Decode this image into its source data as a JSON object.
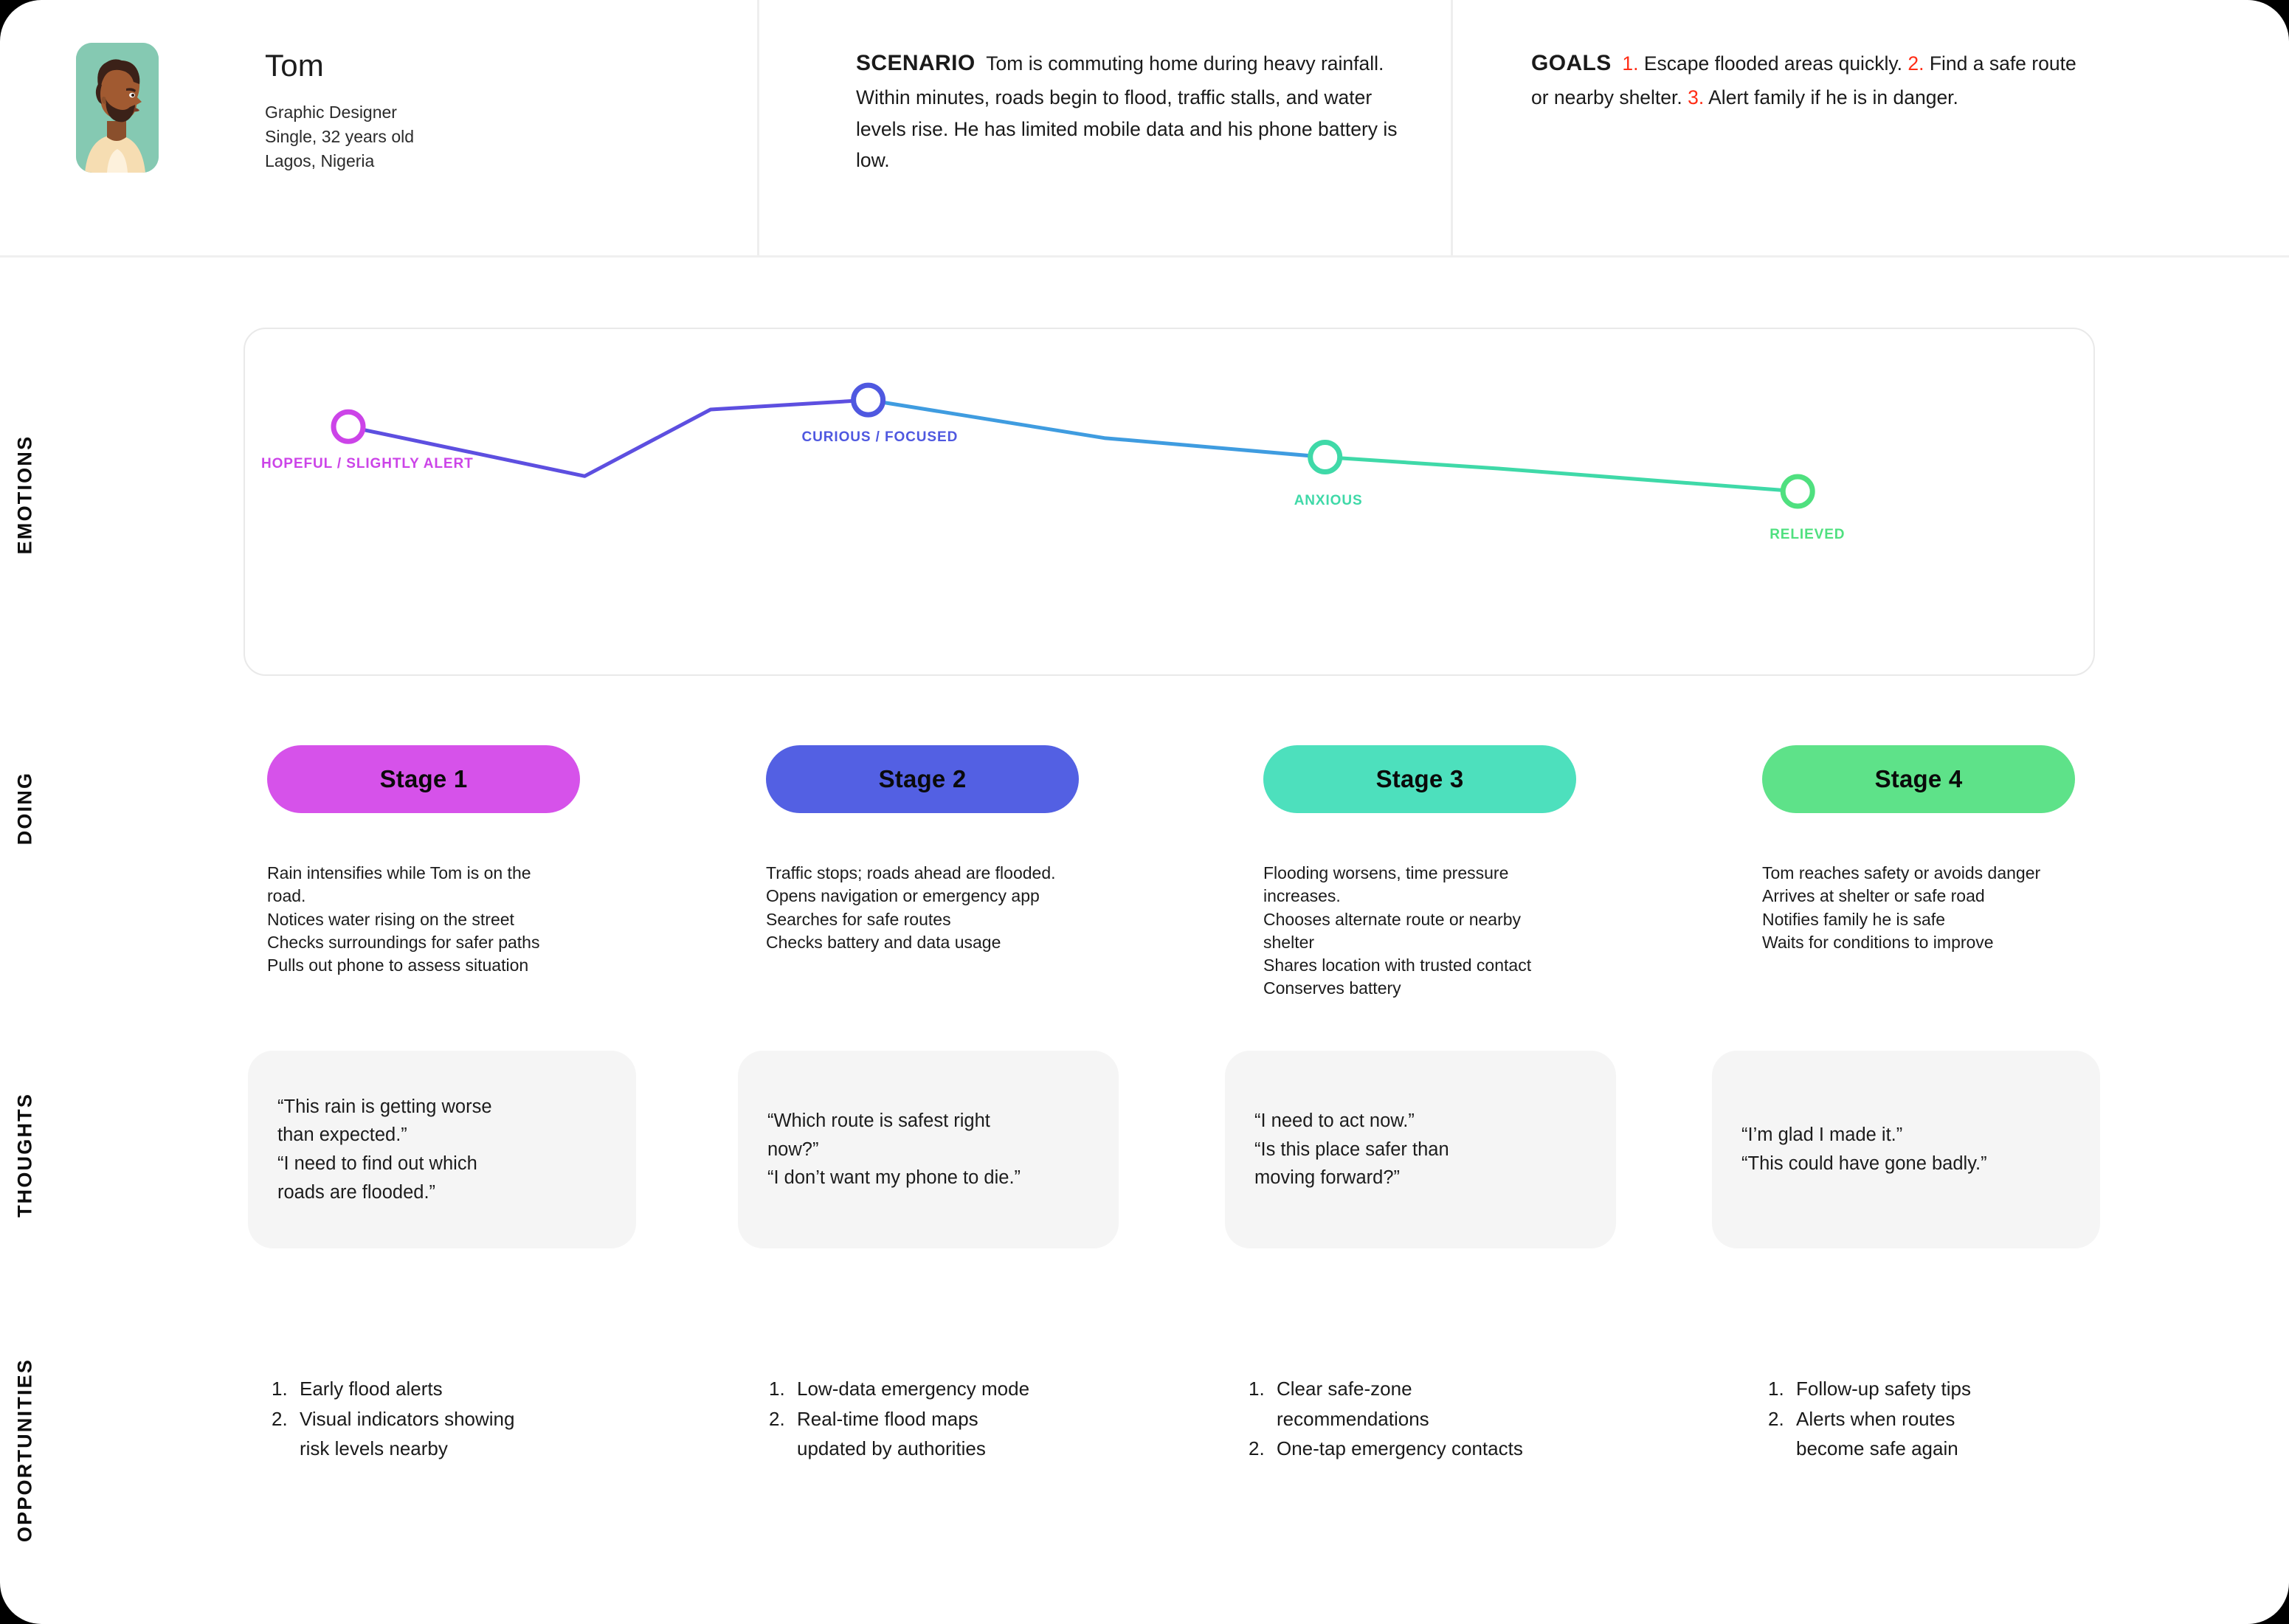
{
  "persona": {
    "name": "Tom",
    "role": "Graphic Designer",
    "status": "Single, 32 years old",
    "location": "Lagos, Nigeria",
    "avatar_bg": "#85c9b2"
  },
  "scenario": {
    "label": "SCENARIO",
    "text": "Tom is commuting home during heavy rainfall. Within minutes, roads begin to flood, traffic stalls, and water levels rise. He has limited mobile data and his phone battery is low."
  },
  "goals": {
    "label": "GOALS",
    "accent": "#ff2d16",
    "items": [
      {
        "num": "1.",
        "text": "Escape flooded areas quickly."
      },
      {
        "num": "2.",
        "text": "Find a safe route or nearby shelter."
      },
      {
        "num": "3.",
        "text": "Alert family if he is in danger."
      }
    ]
  },
  "row_labels": {
    "emotions": "EMOTIONS",
    "doing": "DOING",
    "thoughts": "THOUGHTS",
    "opportunities": "OPPORTUNITIES"
  },
  "chart_data": {
    "type": "line",
    "title": "",
    "xlabel": "",
    "ylabel": "",
    "grid": false,
    "legend": "none",
    "categories": [
      "Stage 1",
      "Stage 2",
      "Stage 3",
      "Stage 4"
    ],
    "point_labels": [
      "HOPEFUL / SLIGHTLY ALERT",
      "CURIOUS / FOCUSED",
      "ANXIOUS",
      "RELIEVED"
    ],
    "point_colors": [
      "#cc44e8",
      "#4f58e0",
      "#3fd9a8",
      "#4fe07f"
    ],
    "segment_colors": [
      "#5d4fe0",
      "#3f9ce0",
      "#3fd9a8"
    ],
    "values": [
      0.72,
      0.86,
      0.56,
      0.38
    ],
    "ylim": [
      0,
      1
    ],
    "vertices": [
      {
        "x": 0.0,
        "y": 0.72,
        "node": true
      },
      {
        "x": 0.15,
        "y": 0.46,
        "node": false
      },
      {
        "x": 0.23,
        "y": 0.81,
        "node": false
      },
      {
        "x": 0.33,
        "y": 0.86,
        "node": true
      },
      {
        "x": 0.48,
        "y": 0.66,
        "node": false
      },
      {
        "x": 0.62,
        "y": 0.56,
        "node": true
      },
      {
        "x": 0.73,
        "y": 0.5,
        "node": false
      },
      {
        "x": 0.92,
        "y": 0.38,
        "node": true
      }
    ]
  },
  "stages": [
    {
      "pill_label": "Stage 1",
      "pill_color": "#d652ea",
      "doing": "Rain intensifies while Tom is on the\nroad.\nNotices water rising on the street\nChecks surroundings for safer paths\nPulls out phone to assess situation",
      "thought": "“This rain is getting worse\nthan expected.”\n“I need to find out which\nroads are flooded.”",
      "opportunities": [
        {
          "num": "1.",
          "text": "Early flood alerts"
        },
        {
          "num": "2.",
          "text": "Visual indicators showing\nrisk levels nearby"
        }
      ]
    },
    {
      "pill_label": "Stage 2",
      "pill_color": "#5360e3",
      "doing": "Traffic stops; roads ahead are flooded.\nOpens navigation or emergency app\nSearches for safe routes\nChecks battery and data usage",
      "thought": "“Which route is safest right\nnow?”\n“I don’t want my phone to die.”",
      "opportunities": [
        {
          "num": "1.",
          "text": "Low-data emergency mode"
        },
        {
          "num": "2.",
          "text": "Real-time flood maps\nupdated by authorities"
        }
      ]
    },
    {
      "pill_label": "Stage 3",
      "pill_color": "#4de0bd",
      "doing": "Flooding worsens, time pressure\nincreases.\nChooses alternate route or nearby\nshelter\nShares location with trusted contact\nConserves battery",
      "thought": "“I need to act now.”\n“Is this place safer than\nmoving forward?”",
      "opportunities": [
        {
          "num": "1.",
          "text": "Clear safe-zone\nrecommendations"
        },
        {
          "num": "2.",
          "text": "One-tap emergency contacts"
        }
      ]
    },
    {
      "pill_label": "Stage 4",
      "pill_color": "#5ee289",
      "doing": "Tom reaches safety or avoids danger\nArrives at shelter or safe road\nNotifies family he is safe\nWaits for conditions to improve",
      "thought": "“I’m glad I made it.”\n“This could have gone badly.”",
      "opportunities": [
        {
          "num": "1.",
          "text": "Follow-up safety tips"
        },
        {
          "num": "2.",
          "text": "Alerts when routes\nbecome safe again"
        }
      ]
    }
  ]
}
